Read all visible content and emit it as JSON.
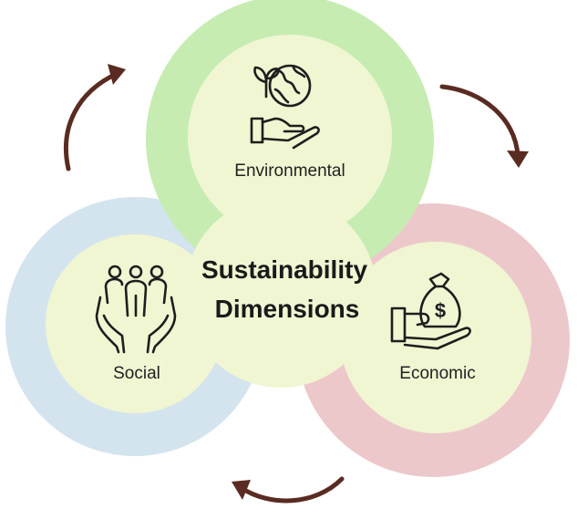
{
  "diagram": {
    "title_line1": "Sustainability",
    "title_line2": "Dimensions",
    "dimensions": {
      "environmental": {
        "label": "Environmental",
        "icon": "globe-in-hand-icon",
        "ring_color": "#c6ecb2"
      },
      "social": {
        "label": "Social",
        "icon": "people-in-hands-icon",
        "ring_color": "#d4e4ee"
      },
      "economic": {
        "label": "Economic",
        "icon": "money-bag-in-hand-icon",
        "ring_color": "#ecc8cb"
      }
    },
    "inner_color": "#f0f6d2",
    "arrow_color": "#5a2b22"
  }
}
